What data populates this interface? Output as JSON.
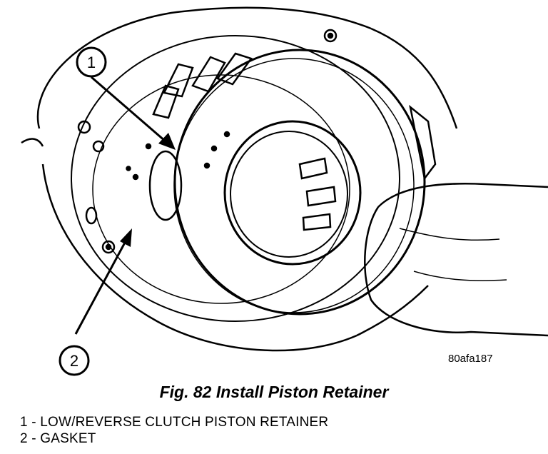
{
  "figure": {
    "callouts": [
      {
        "number": "1"
      },
      {
        "number": "2"
      }
    ],
    "code": "80afa187"
  },
  "caption": "Fig. 82 Install Piston Retainer",
  "legend": [
    {
      "text": "1 - LOW/REVERSE CLUTCH PISTON RETAINER"
    },
    {
      "text": "2 - GASKET"
    }
  ]
}
